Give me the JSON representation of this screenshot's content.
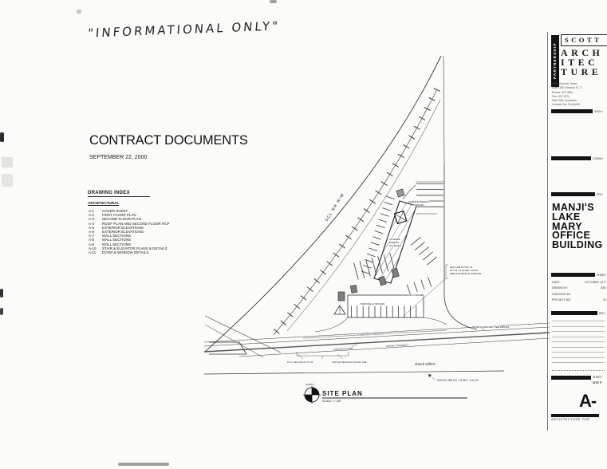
{
  "colors": {
    "paper": "#fbfbf9",
    "ink": "#1a1a1a",
    "line": "#3a3a3a",
    "pencil": "#8b8b8b"
  },
  "annotations": {
    "handwritten_header": "\"INFORMATIONAL ONLY\"",
    "handwritten_site_note": "check willow"
  },
  "cover": {
    "title": "CONTRACT DOCUMENTS",
    "date": "SEPTEMBER 22, 2000"
  },
  "drawing_index": {
    "heading": "DRAWING INDEX",
    "section": "ARCHITECTURAL",
    "sheets": [
      {
        "no": "A-1",
        "title": "COVER SHEET"
      },
      {
        "no": "A-2",
        "title": "FIRST FLOOR PLAN"
      },
      {
        "no": "A-3",
        "title": "SECOND FLOOR PLAN"
      },
      {
        "no": "A-4",
        "title": "ROOF PLAN AND SECOND FLOOR RCP"
      },
      {
        "no": "A-5",
        "title": "EXTERIOR ELEVATIONS"
      },
      {
        "no": "A-6",
        "title": "EXTERIOR ELEVATIONS"
      },
      {
        "no": "A-7",
        "title": "WALL SECTIONS"
      },
      {
        "no": "A-8",
        "title": "WALL SECTIONS"
      },
      {
        "no": "A-9",
        "title": "WALL SECTIONS"
      },
      {
        "no": "A-10",
        "title": "STAIR & ELEVATOR PLANS & DETAILS"
      },
      {
        "no": "A-11",
        "title": "DOOR & WINDOW DETAILS"
      }
    ]
  },
  "site_plan": {
    "title": "SITE PLAN",
    "scale": "SCALE: 1\"=30'",
    "north": "NORTH",
    "labels": {
      "rail_rw": "SCL RR R/W",
      "surface_parking_1": "SURFACE PARKING",
      "surface_parking_2": "8 SPACES",
      "covered_1": "COVERED",
      "covered_2": "PARKING",
      "covered_3": "25 SPACES",
      "parking_12": "PARKING 12 SPACES",
      "parking_3": "PARKING 3 SPACES",
      "sidewalk": "5' CONCRETE SIDEWALK",
      "asphalt": "ASPHALT PAVEMENT",
      "curb": "CONCRETE CURB",
      "guard_rail": "METAL GUARD RAIL, SEE DETAILS",
      "south_line": "SOUTH LINE S.E. 1/4 SEC. 3-20-30",
      "east_line_1": "EAST LINE OF S.W. 1/4",
      "east_line_2": "OF S.W. 1/4 OF SEC. 3-20-30",
      "east_line_3": "(PER PLAT BOOK 20, PAGE 100)",
      "poc": "P.O.C. SW COR OF LOT 36",
      "old_rw": "OLD PLATTED RIGHT-OF-WAY LINE"
    }
  },
  "title_block": {
    "logo": {
      "vertical_text": "PARTNERSHIP",
      "name": "SCOTT",
      "name_rows": [
        "ARCH",
        "ITEC",
        "TURE"
      ],
      "address_lines": [
        "1850 Summit Tower",
        "Suite 260 Orlando FL 3",
        "Phone:  407 660-",
        "Fax:  407 875-",
        "Web Site:  scottarch",
        "License No:  SL#AA00"
      ]
    },
    "section_labels": {
      "sign": "SIGN /",
      "consultant": "CONSU",
      "project": "PRC",
      "sheet_info": "SHEET",
      "revisions": "REV",
      "sheet": "SHEET"
    },
    "project_name_lines": [
      "MANJI'S",
      "LAKE",
      "MARY",
      "OFFICE",
      "BUILDING"
    ],
    "info_rows": [
      {
        "label": "DATE:",
        "value": "OCTOBER 16, 2"
      },
      {
        "label": "DRAWN BY:",
        "value": "ARJ"
      },
      {
        "label": "CHECKED BY:",
        "value": ""
      },
      {
        "label": "PROJECT NO:",
        "value": "20"
      }
    ],
    "sheet_title_small": "SITE P",
    "sheet_number": "A-",
    "tagline": "ARCHITECTURE FOR"
  }
}
